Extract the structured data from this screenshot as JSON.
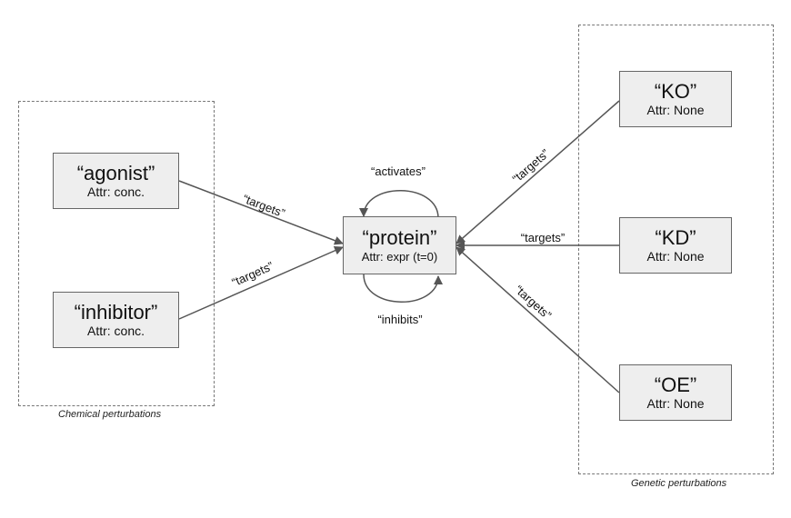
{
  "groups": {
    "chemical": {
      "label": "Chemical perturbations"
    },
    "genetic": {
      "label": "Genetic perturbations"
    }
  },
  "nodes": {
    "agonist": {
      "name": "“agonist”",
      "attr": "Attr: conc."
    },
    "inhibitor": {
      "name": "“inhibitor”",
      "attr": "Attr: conc."
    },
    "protein": {
      "name": "“protein”",
      "attr": "Attr: expr (t=0)"
    },
    "ko": {
      "name": "“KO”",
      "attr": "Attr: None"
    },
    "kd": {
      "name": "“KD”",
      "attr": "Attr: None"
    },
    "oe": {
      "name": "“OE”",
      "attr": "Attr: None"
    }
  },
  "edges": {
    "agonist_targets": "“targets”",
    "inhibitor_targets": "“targets”",
    "ko_targets": "“targets”",
    "kd_targets": "“targets”",
    "oe_targets": "“targets”",
    "activates": "“activates”",
    "inhibits": "“inhibits”"
  },
  "colors": {
    "node_fill": "#eeeeee",
    "node_border": "#666666",
    "edge": "#555555",
    "group_border": "#777777"
  }
}
